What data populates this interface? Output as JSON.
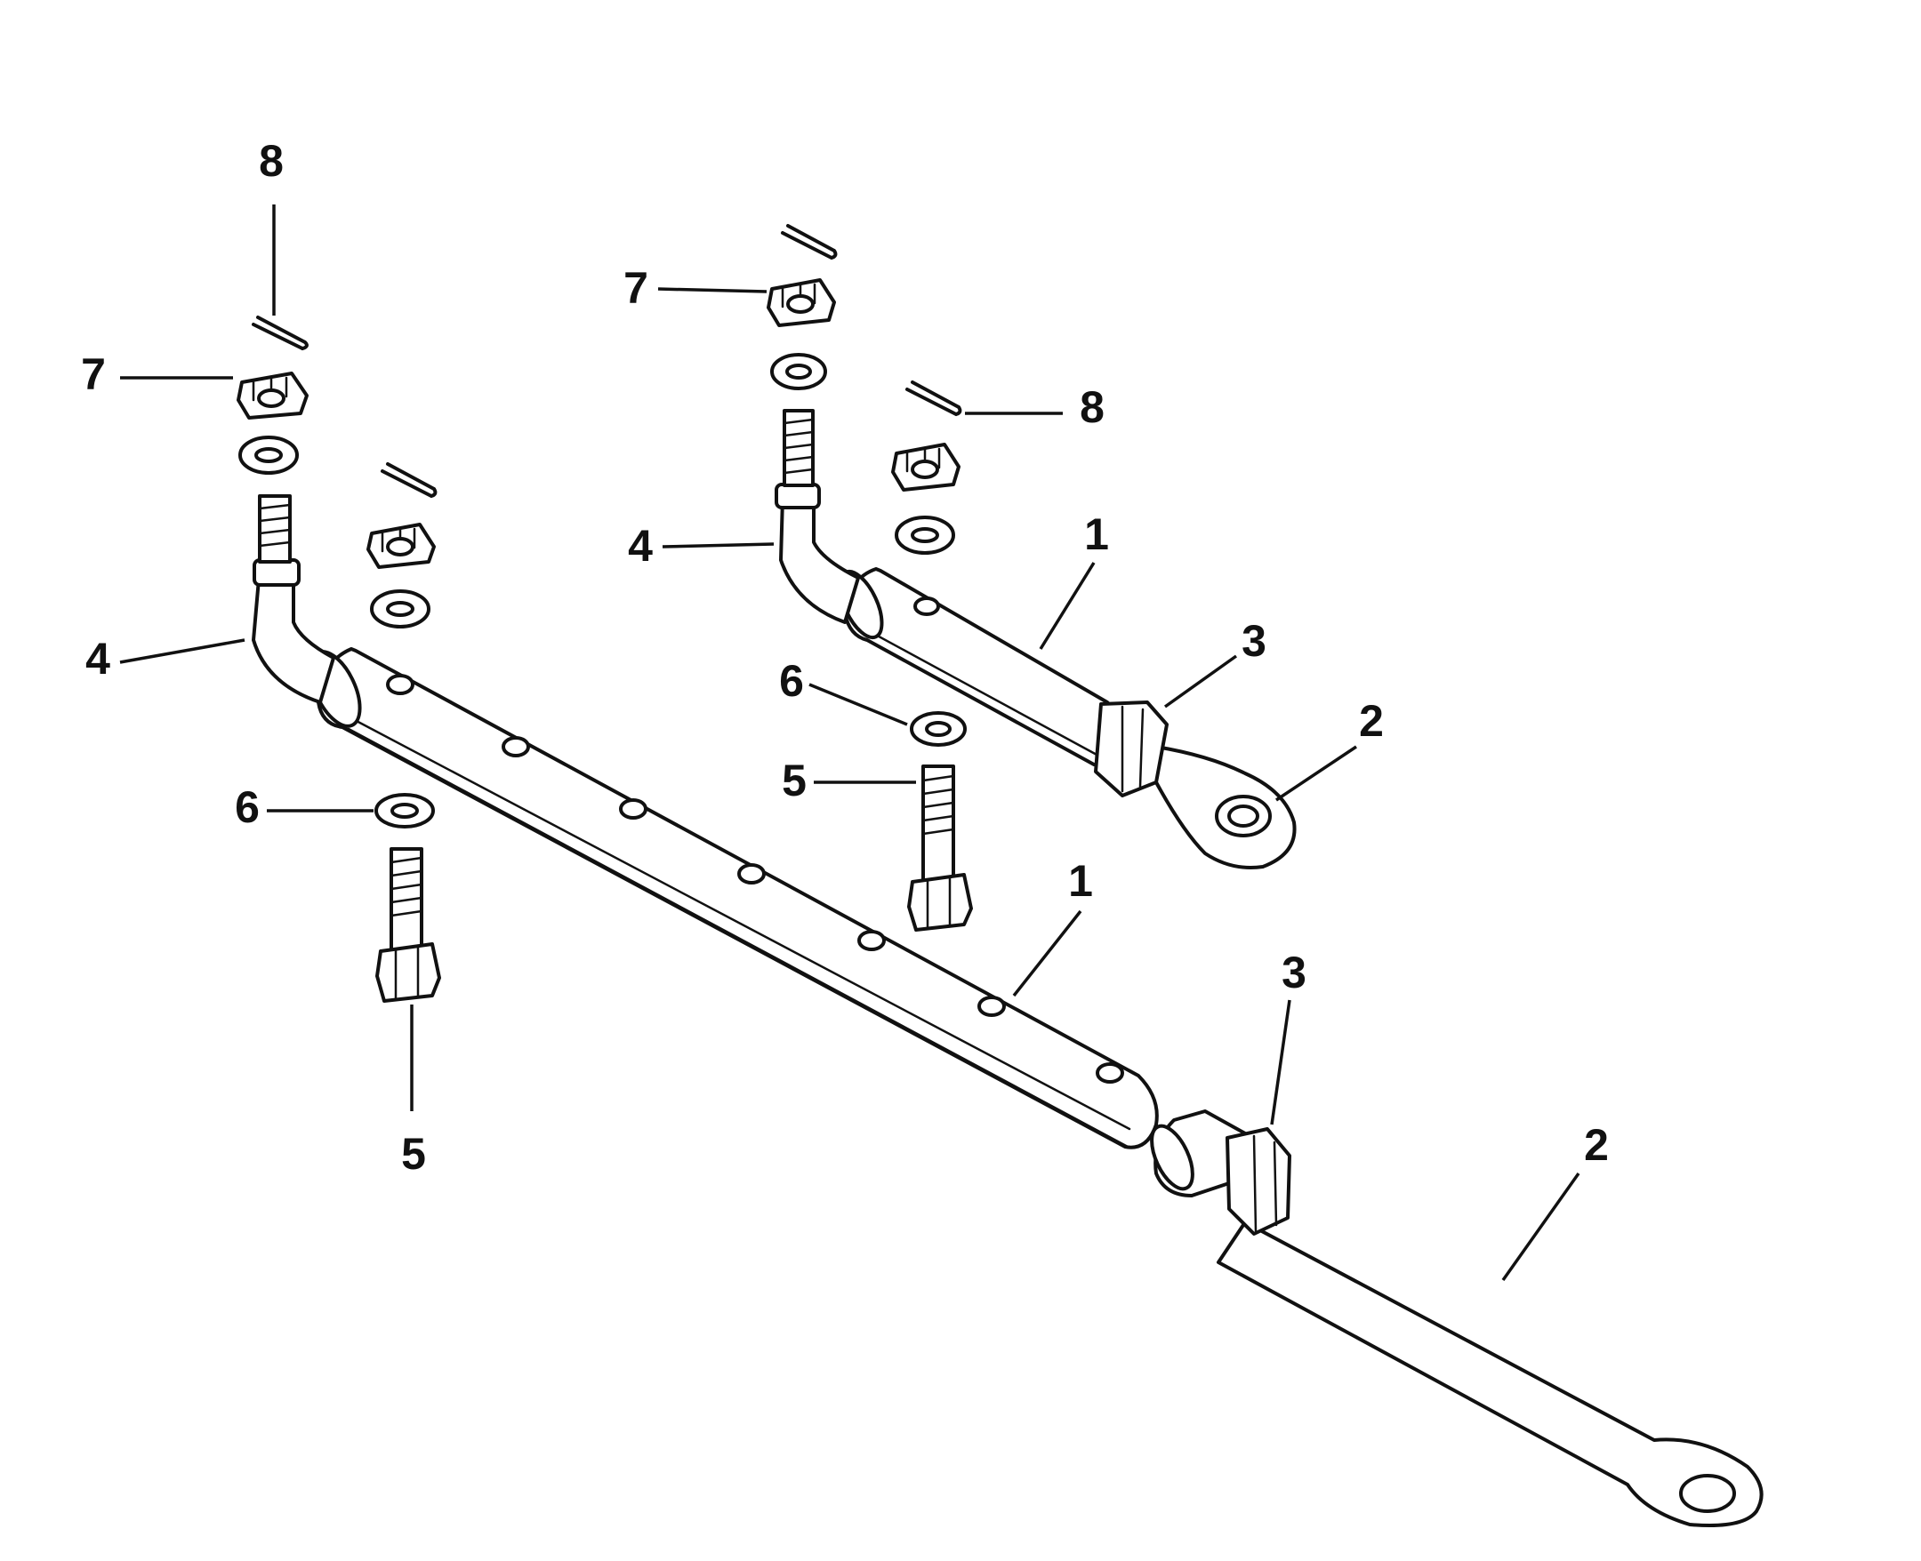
{
  "diagram": {
    "colors": {
      "ink": "#111111",
      "paper": "#ffffff"
    },
    "callouts": {
      "c8_left": "8",
      "c7_left": "7",
      "c4_left": "4",
      "c6_left": "6",
      "c5_left": "5",
      "c1_lower": "1",
      "c3_lower": "3",
      "c2_lower": "2",
      "c7_right": "7",
      "c8_right": "8",
      "c4_right": "4",
      "c1_upper": "1",
      "c3_upper": "3",
      "c2_upper": "2",
      "c6_right": "6",
      "c5_right": "5"
    }
  }
}
